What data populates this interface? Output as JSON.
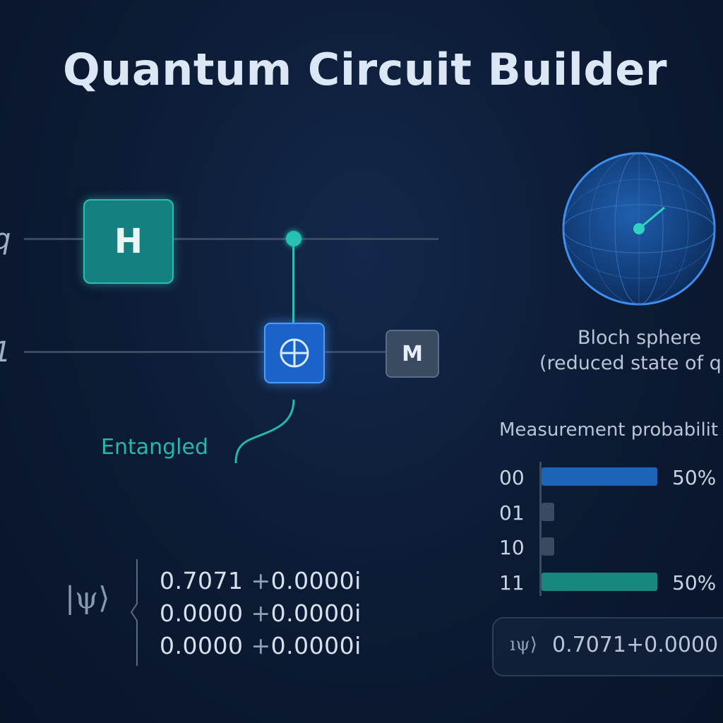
{
  "app": {
    "title": "Quantum Circuit Builder"
  },
  "circuit": {
    "qubits": [
      {
        "label": "q"
      },
      {
        "label": "1"
      }
    ],
    "gates": {
      "hadamard_label": "H",
      "measure_label": "M"
    },
    "annotation": "Entangled"
  },
  "state_vector": {
    "ket_symbol": "|ψ⟩",
    "amplitudes": [
      {
        "real": "0.7071",
        "sign": "+",
        "imag": "0.0000i"
      },
      {
        "real": "0.0000",
        "sign": "+",
        "imag": "0.0000i"
      },
      {
        "real": "0.0000",
        "sign": "+",
        "imag": "0.0000i"
      }
    ]
  },
  "bloch": {
    "caption_line1": "Bloch sphere",
    "caption_line2": "(reduced state of q"
  },
  "measurement": {
    "title": "Measurement probabilit",
    "outcomes": [
      {
        "label": "00",
        "probability": 0.5,
        "value_text": "50%",
        "color": "#1d63b8"
      },
      {
        "label": "01",
        "probability": 0.0,
        "value_text": "",
        "color": "#3a4a60"
      },
      {
        "label": "10",
        "probability": 0.0,
        "value_text": "",
        "color": "#3a4a60"
      },
      {
        "label": "11",
        "probability": 0.5,
        "value_text": "50%",
        "color": "#17887e"
      }
    ]
  },
  "state_box": {
    "ket_symbol": "ıψ⟩",
    "text": "0.7071+0.0000"
  },
  "colors": {
    "accent_teal": "#26c1b2",
    "accent_blue": "#4a9dff",
    "background": "#0c1a33"
  }
}
